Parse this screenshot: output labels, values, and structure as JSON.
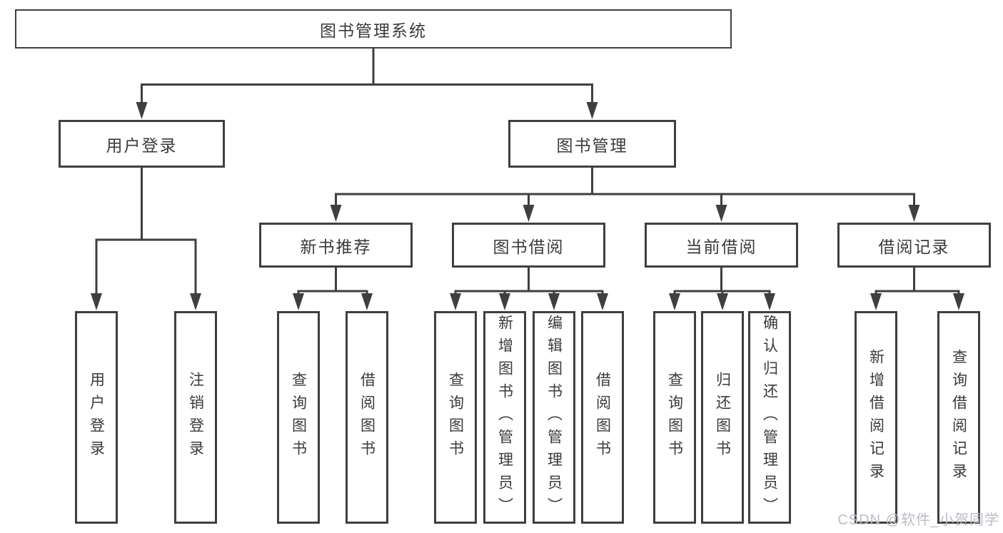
{
  "tree": {
    "label": "图书管理系统",
    "children": [
      {
        "label": "用户登录",
        "children": [
          {
            "label": "用户登录"
          },
          {
            "label": "注销登录"
          }
        ]
      },
      {
        "label": "图书管理",
        "children": [
          {
            "label": "新书推荐",
            "children": [
              {
                "label": "查询图书"
              },
              {
                "label": "借阅图书"
              }
            ]
          },
          {
            "label": "图书借阅",
            "children": [
              {
                "label": "查询图书"
              },
              {
                "label": "新增图书（管理员）"
              },
              {
                "label": "编辑图书（管理员）"
              },
              {
                "label": "借阅图书"
              }
            ]
          },
          {
            "label": "当前借阅",
            "children": [
              {
                "label": "查询图书"
              },
              {
                "label": "归还图书"
              },
              {
                "label": "确认归还（管理员）"
              }
            ]
          },
          {
            "label": "借阅记录",
            "children": [
              {
                "label": "新增借阅记录"
              },
              {
                "label": "查询借阅记录"
              }
            ]
          }
        ]
      }
    ]
  },
  "watermark": {
    "text": "CSDN @软件_小贺同学"
  },
  "colors": {
    "line": "#3f3f3f",
    "text": "#3a3a3a",
    "watermark": "#b9bdc4",
    "background": "#ffffff"
  }
}
